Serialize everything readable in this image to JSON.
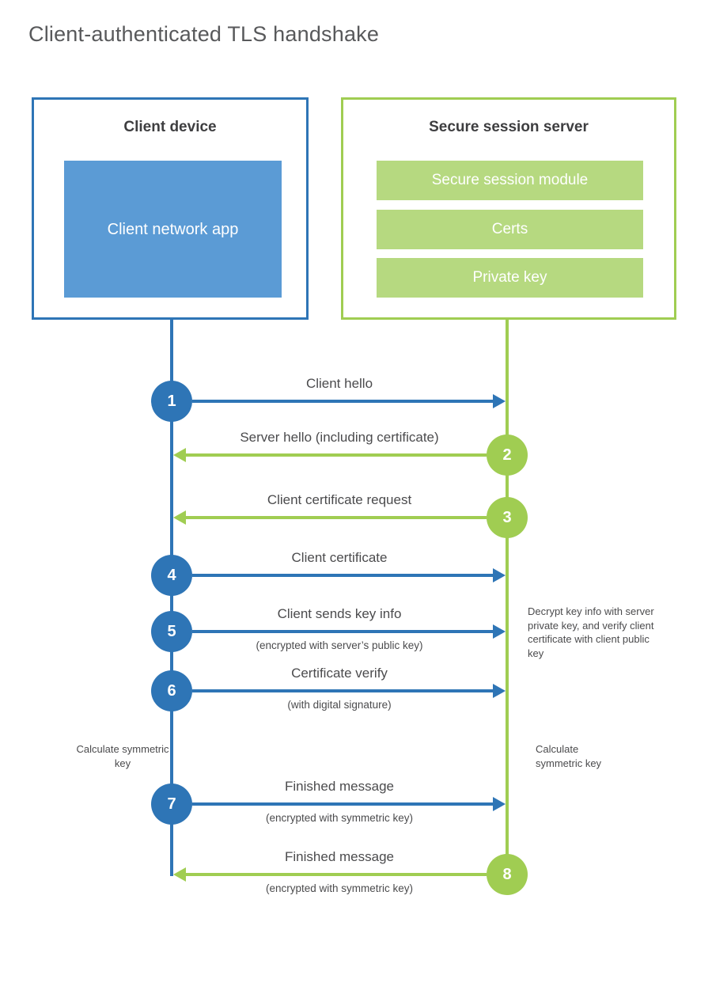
{
  "title": "Client-authenticated TLS handshake",
  "colors": {
    "blue": "#2e75b6",
    "blue_fill": "#5b9bd5",
    "green": "#a0cd52",
    "green_fill": "#b6d980",
    "text": "#4b4b4d",
    "heading": "#3e3e40",
    "title_text": "#58595b"
  },
  "client_box": {
    "heading": "Client device",
    "app_label": "Client network app"
  },
  "server_box": {
    "heading": "Secure session server",
    "modules": [
      "Secure session module",
      "Certs",
      "Private key"
    ]
  },
  "messages": [
    {
      "step": "1",
      "label": "Client hello",
      "from": "client",
      "direction": "right"
    },
    {
      "step": "2",
      "label": "Server hello (including certificate)",
      "from": "server",
      "direction": "left"
    },
    {
      "step": "3",
      "label": "Client certificate request",
      "from": "server",
      "direction": "left"
    },
    {
      "step": "4",
      "label": "Client certificate",
      "from": "client",
      "direction": "right"
    },
    {
      "step": "5",
      "label": "Client sends key info",
      "sub": "(encrypted with server’s public key)",
      "from": "client",
      "direction": "right"
    },
    {
      "step": "6",
      "label": "Certificate verify",
      "sub": "(with digital signature)",
      "from": "client",
      "direction": "right"
    },
    {
      "step": "7",
      "label": "Finished message",
      "sub": "(encrypted with symmetric key)",
      "from": "client",
      "direction": "right"
    },
    {
      "step": "8",
      "label": "Finished message",
      "sub": "(encrypted with symmetric key)",
      "from": "server",
      "direction": "left"
    }
  ],
  "annotations": {
    "decrypt_note": "Decrypt key info with server private key, and verify client certificate with client public key",
    "calc_left": "Calculate symmetric key",
    "calc_right": "Calculate symmetric key"
  }
}
